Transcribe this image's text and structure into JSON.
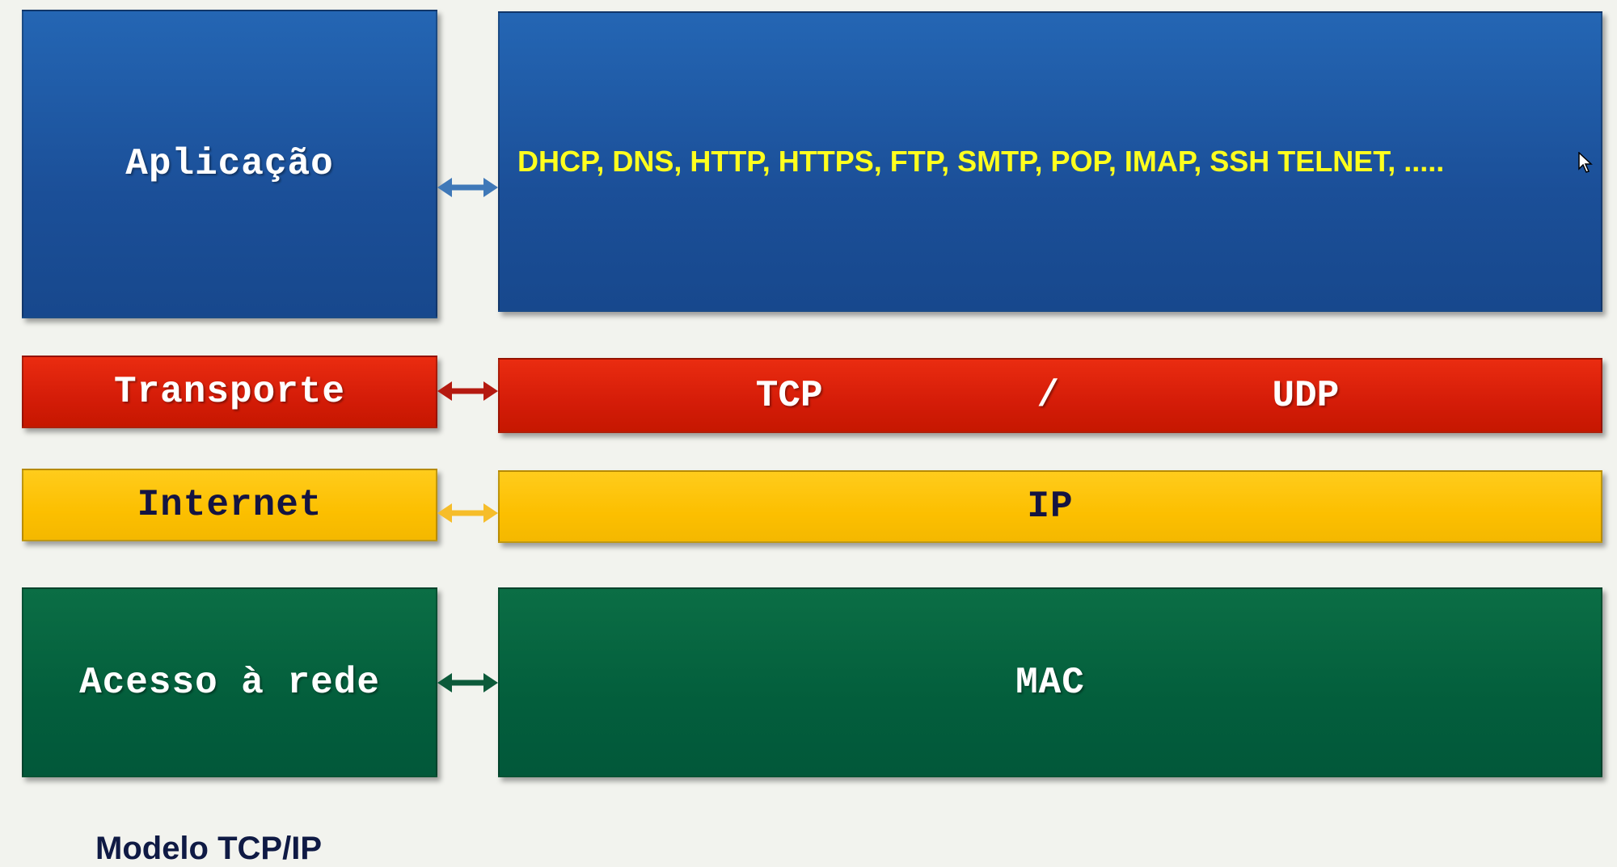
{
  "layers": [
    {
      "label": "Aplicação",
      "protocols": "DHCP, DNS, HTTP, HTTPS, FTP, SMTP, POP, IMAP, SSH TELNET, .....",
      "color": "#1f5aa6"
    },
    {
      "label": "Transporte",
      "protocols_left": "TCP",
      "separator": "/",
      "protocols_right": "UDP",
      "color": "#dd2208"
    },
    {
      "label": "Internet",
      "protocols": "IP",
      "color": "#fcc300"
    },
    {
      "label": "Acesso à rede",
      "protocols": "MAC",
      "color": "#04603d"
    }
  ],
  "caption": "Modelo TCP/IP"
}
